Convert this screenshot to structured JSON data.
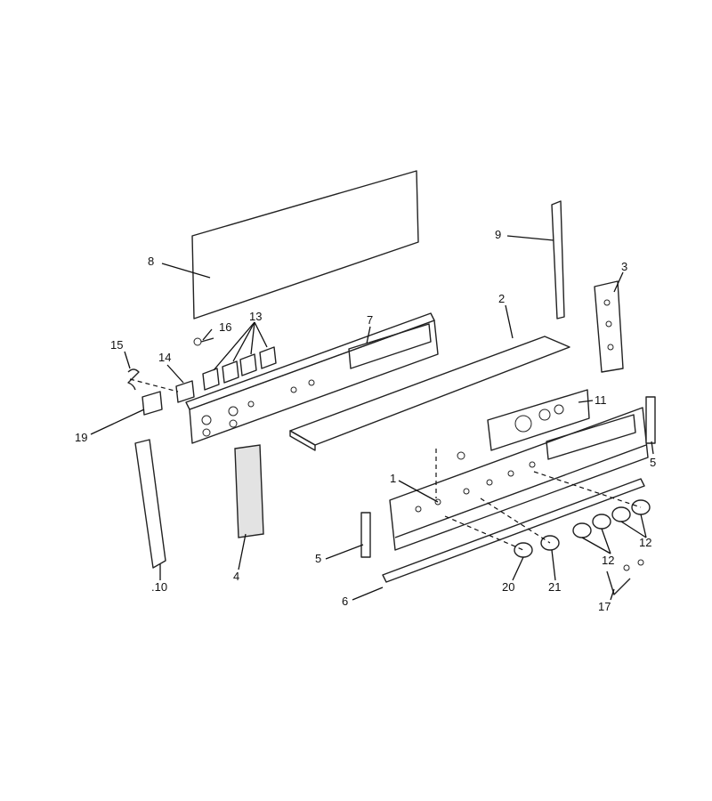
{
  "diagram": {
    "callouts": {
      "c1": "1",
      "c2": "2",
      "c3": "3",
      "c4": "4",
      "c5a": "5",
      "c5b": "5",
      "c6": "6",
      "c7": "7",
      "c8": "8",
      "c9": "9",
      "c10": ".10",
      "c11": "11",
      "c12a": "12",
      "c12b": "12",
      "c13": "13",
      "c14": "14",
      "c15": "15",
      "c16": "16",
      "c17": "17",
      "c19": "19",
      "c20": "20",
      "c21": "21"
    }
  }
}
